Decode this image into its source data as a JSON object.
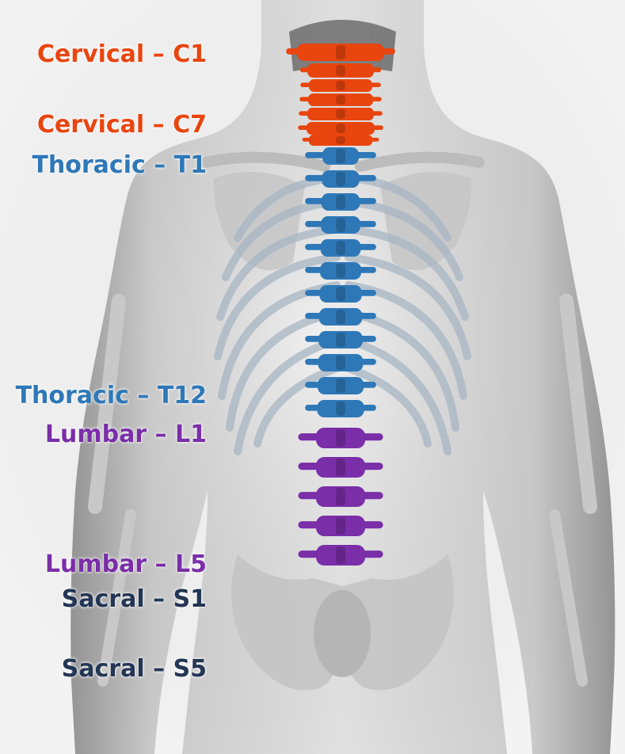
{
  "labels": {
    "c1": "Cervical – C1",
    "c7": "Cervical – C7",
    "t1": "Thoracic – T1",
    "t12": "Thoracic – T12",
    "l1": "Lumbar – L1",
    "l5": "Lumbar – L5",
    "s1": "Sacral – S1",
    "s5": "Sacral – S5"
  },
  "colors": {
    "cervical": "#e8450f",
    "thoracic": "#2e78b7",
    "lumbar": "#7a2ea8",
    "sacral": "#233654",
    "body": "#d9d9d9",
    "bone": "#cfcfcf"
  }
}
